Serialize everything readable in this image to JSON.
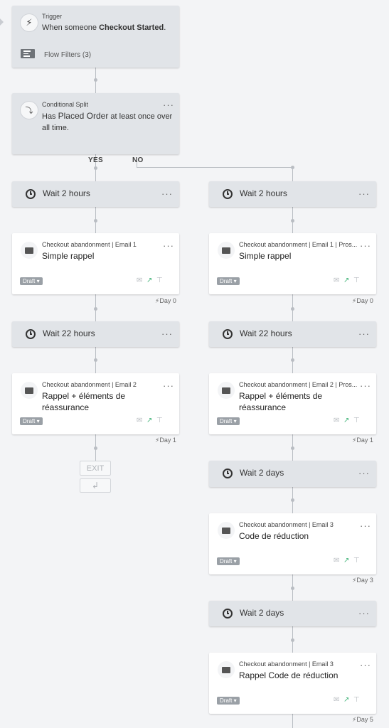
{
  "trigger": {
    "label": "Trigger",
    "text_prefix": "When someone",
    "event": "Checkout Started",
    "text_suffix": ".",
    "filters": "Flow Filters (3)"
  },
  "split": {
    "label": "Conditional Split",
    "text_prefix": "Has",
    "metric": "Placed Order",
    "text_suffix": "at least once over all time.",
    "yes": "YES",
    "no": "NO"
  },
  "left": {
    "wait1": "Wait 2 hours",
    "email1": {
      "caption": "Checkout abandonment | Email 1",
      "title": "Simple rappel",
      "status": "Draft",
      "day": "Day 0"
    },
    "wait2": "Wait 22 hours",
    "email2": {
      "caption": "Checkout abandonment | Email 2",
      "title": "Rappel + éléments de réassurance",
      "status": "Draft",
      "day": "Day 1"
    },
    "exit": "EXIT"
  },
  "right": {
    "wait1": "Wait 2 hours",
    "email1": {
      "caption": "Checkout abandonment | Email 1 | Pros...",
      "title": "Simple rappel",
      "status": "Draft",
      "day": "Day 0"
    },
    "wait2": "Wait 22 hours",
    "email2": {
      "caption": "Checkout abandonment | Email 2 | Pros...",
      "title": "Rappel + éléments de réassurance",
      "status": "Draft",
      "day": "Day 1"
    },
    "wait3": "Wait 2 days",
    "email3": {
      "caption": "Checkout abandonment | Email 3",
      "title": "Code de réduction",
      "status": "Draft",
      "day": "Day 3"
    },
    "wait4": "Wait 2 days",
    "email4": {
      "caption": "Checkout abandonment | Email 3",
      "title": "Rappel Code de réduction",
      "status": "Draft",
      "day": "Day 5"
    }
  },
  "icons": {
    "trigger": "lightning-icon",
    "split": "split-icon",
    "wait": "clock-icon",
    "email": "envelope-icon",
    "more": "more-options-icon",
    "filter": "filter-icon"
  },
  "colors": {
    "canvas": "#f3f4f6",
    "gray_card": "#e1e4e8",
    "white_card": "#ffffff",
    "connector": "#b9bdc3",
    "draft_badge": "#9aa0a6",
    "analytics_green": "#44b57a"
  }
}
